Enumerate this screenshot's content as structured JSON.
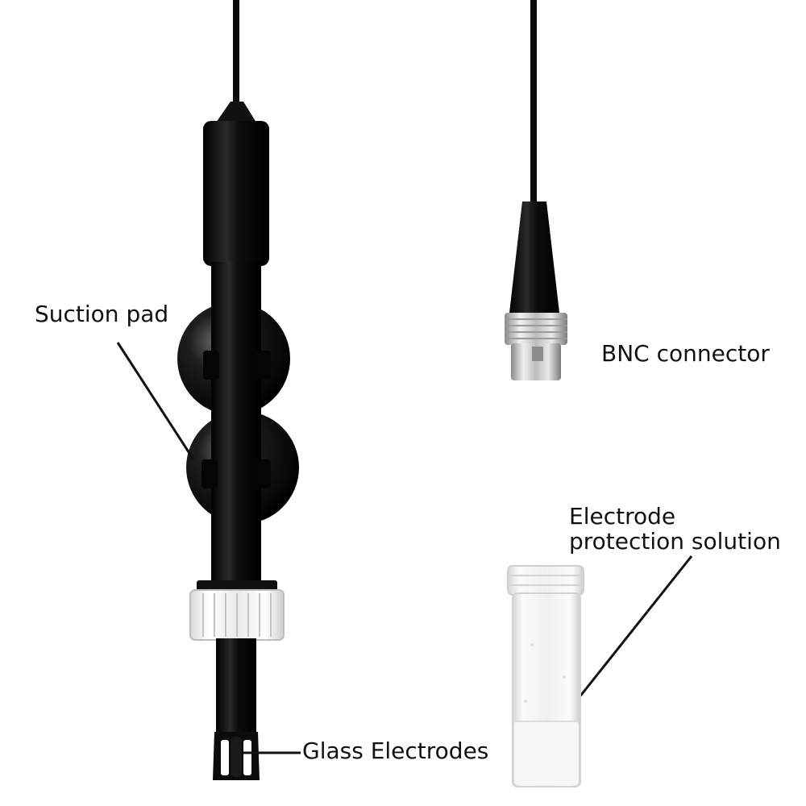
{
  "labels": {
    "suction_pad": "Suction pad",
    "bnc_connector": "BNC connector",
    "protection_solution_line1": "Electrode",
    "protection_solution_line2": "protection solution",
    "glass_electrodes": "Glass Electrodes"
  },
  "colors": {
    "background": "#ffffff",
    "probe_body": "#0b0b0b",
    "metal": "#c9c9c9",
    "text": "#111111"
  }
}
